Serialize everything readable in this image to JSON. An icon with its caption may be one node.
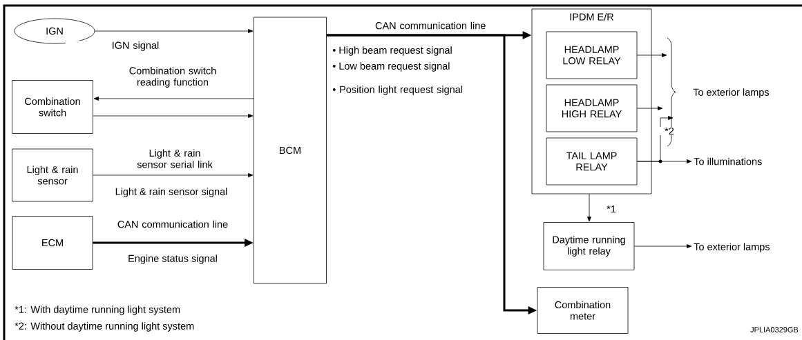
{
  "diagram": {
    "nodes": [
      {
        "text": [
          "IGN"
        ]
      },
      {
        "text": [
          "Combination switch"
        ]
      },
      {
        "text": [
          "Light & rain sensor"
        ]
      },
      {
        "text": [
          "ECM"
        ]
      },
      {
        "text": [
          "BCM"
        ]
      },
      {
        "text": [
          "IPDM E/R"
        ]
      },
      {
        "text": [
          "HEADLAMP LOW RELAY"
        ],
        "in": 5
      },
      {
        "text": [
          "HEADLAMP HIGH RELAY"
        ],
        "in": 5
      },
      {
        "text": [
          "TAIL LAMP RELAY"
        ],
        "in": 5
      },
      {
        "text": [
          "Daytime running light relay"
        ]
      },
      {
        "text": [
          "Combination meter"
        ]
      },
      {
        "text": [
          "To illuminations"
        ]
      },
      {
        "text": [
          "To exterior lamps"
        ]
      }
    ],
    "edges": [
      {
        "from": 0,
        "to": 4,
        "arrow": "to",
        "label": "IGN signal"
      },
      {
        "from": 4,
        "to": 1,
        "arrow": "to",
        "label": "Combination switch reading function"
      },
      {
        "from": 1,
        "to": 4,
        "arrow": "to"
      },
      {
        "from": 2,
        "to": 4,
        "arrow": "to",
        "label": "Light & rain sensor serial link"
      },
      {
        "from": 3,
        "to": 4,
        "arrow": "to",
        "label": "CAN communication line",
        "style": "thick"
      },
      {
        "from": 4,
        "to": 5,
        "arrow": "to",
        "label": "CAN communication line",
        "style": "thick"
      },
      {
        "from": 4,
        "to": 10,
        "arrow": "to",
        "style": "thick"
      },
      {
        "from": 6,
        "to": null,
        "arrow": "to"
      },
      {
        "from": 7,
        "to": null,
        "arrow": "to"
      },
      {
        "from": 8,
        "to": 11,
        "arrow": "to"
      },
      {
        "from": 8,
        "to": null,
        "arrow": "to",
        "label": "*2"
      },
      {
        "from": 5,
        "to": 9,
        "arrow": "to",
        "label": "*1"
      },
      {
        "from": 9,
        "to": 12,
        "arrow": "to"
      }
    ],
    "labels": [
      "Light & rain sensor signal",
      "Engine status signal",
      "• High beam request signal",
      "• Low beam request signal",
      "• Position light request signal",
      "To exterior lamps",
      "*1: With daytime running light system",
      "*2: Without daytime running light system",
      "JPLIA0329GB"
    ]
  }
}
